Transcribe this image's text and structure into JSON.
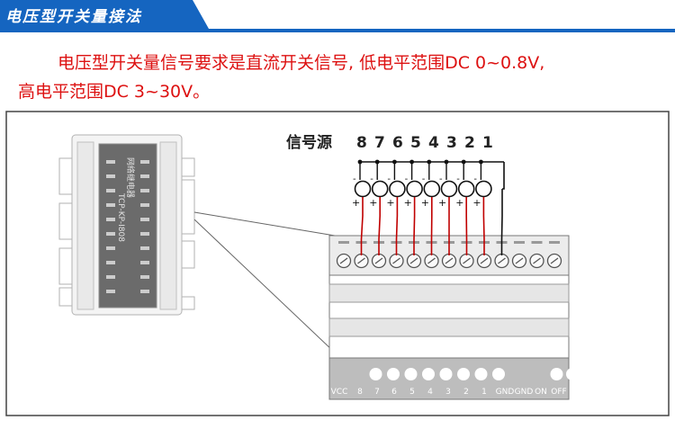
{
  "header": {
    "title": "电压型开关量接法"
  },
  "description": {
    "line1": "电压型开关量信号要求是直流开关信号, 低电平范围DC 0~0.8V,",
    "line2": "高电平范围DC 3~30V。"
  },
  "diagram": {
    "source_label": "信号源",
    "source_numbers": [
      "8",
      "7",
      "6",
      "5",
      "4",
      "3",
      "2",
      "1"
    ],
    "device_text": {
      "name": "网络继电器",
      "model": "TCP-KP-I808"
    },
    "bottom_labels": [
      "VCC",
      "8",
      "7",
      "6",
      "5",
      "4",
      "3",
      "2",
      "1",
      "GND",
      "GND",
      "ON",
      "OFF"
    ],
    "plus": "+",
    "minus": "-"
  },
  "colors": {
    "accent": "#1565c0",
    "text_red": "#dd1111",
    "wire_red": "#c00000"
  }
}
